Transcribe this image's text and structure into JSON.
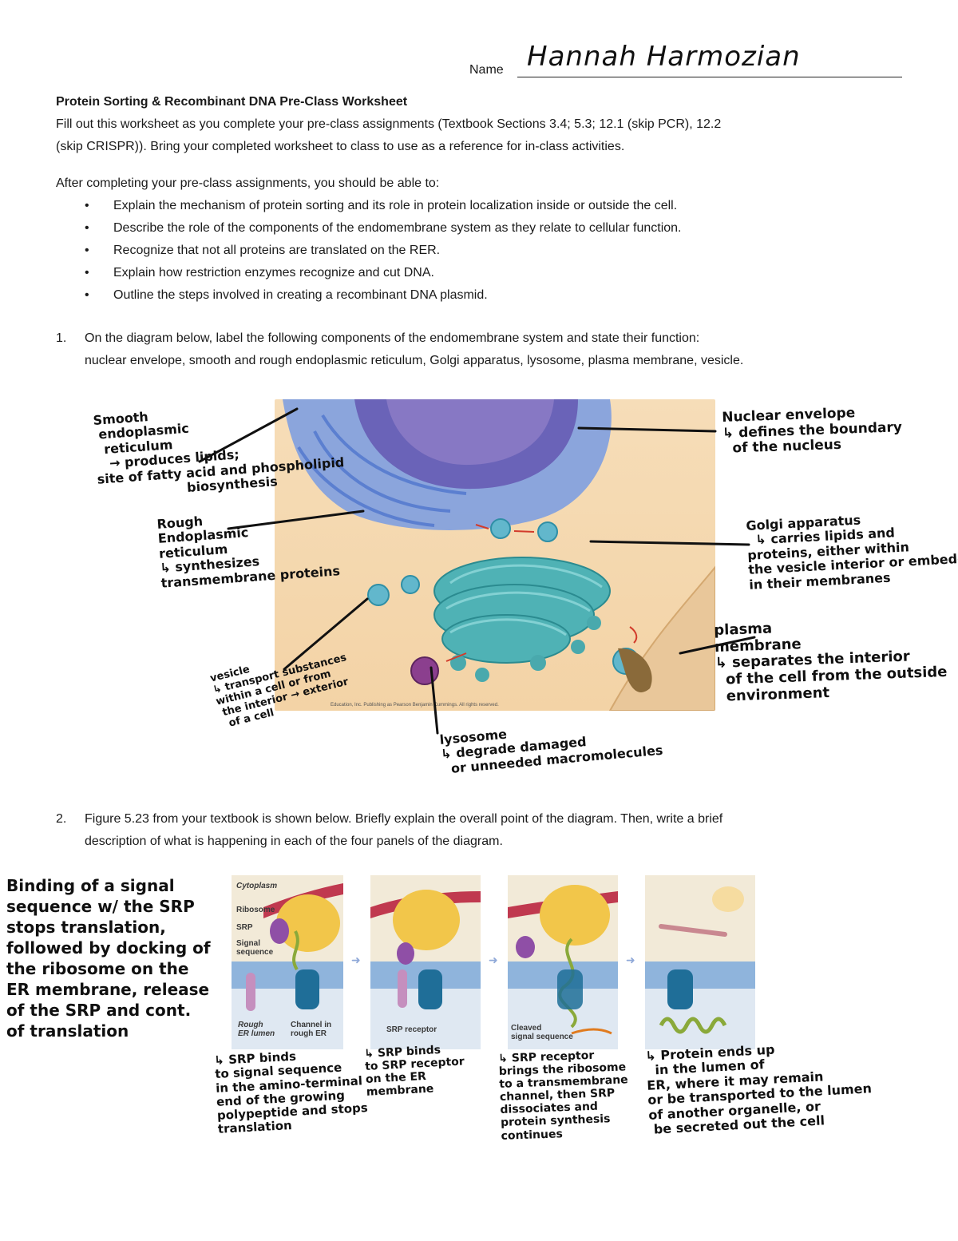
{
  "header": {
    "name_label": "Name",
    "name_value": "Hannah Harmozian"
  },
  "title": "Protein Sorting & Recombinant DNA Pre-Class Worksheet",
  "intro": [
    "Fill out this worksheet as you complete your pre-class assignments (Textbook Sections 3.4; 5.3; 12.1 (skip PCR), 12.2",
    "(skip CRISPR)). Bring your completed worksheet to class to use as a reference for in-class activities."
  ],
  "objectives_heading": "After completing your pre-class assignments, you should be able to:",
  "objectives": [
    "Explain the mechanism of protein sorting and its role in protein localization inside or outside the cell.",
    "Describe the role of the components of the endomembrane system as they relate to cellular function.",
    "Recognize that not all proteins are translated on the RER.",
    "Explain how restriction enzymes recognize and cut DNA.",
    "Outline the steps involved in creating a recombinant DNA plasmid."
  ],
  "question1": {
    "number": "1.",
    "lines": [
      "On the diagram below, label the following components of the endomembrane system and state their function:",
      "nuclear envelope, smooth and rough endoplasmic reticulum, Golgi apparatus, lysosome, plasma membrane, vesicle."
    ],
    "copyright": "Education, Inc. Publishing as Pearson Benjamin Cummings. All rights reserved.",
    "answers": {
      "smooth_er": "Smooth\n endoplasmic\n  reticulum\n   → produces lipids;\nsite of fatty acid and phospholipid\n                    biosynthesis",
      "rough_er": "Rough\nEndoplasmic\nreticulum\n↳ synthesizes\ntransmembrane proteins",
      "vesicle": "vesicle\n↳ transport substances\nwithin a cell or from\n the interior → exterior\n  of a cell",
      "lysosome": "lysosome\n↳ degrade damaged\n  or unneeded macromolecules",
      "nuclear_envelope": "Nuclear envelope\n↳ defines the boundary\n  of the nucleus",
      "golgi": "Golgi apparatus\n  ↳ carries lipids and\nproteins, either within\nthe vesicle interior or embedded\nin their membranes",
      "plasma_membrane": "plasma\nmembrane\n↳ separates the interior\n  of the cell from the outside\n  environment"
    }
  },
  "question2": {
    "number": "2.",
    "lines": [
      "Figure 5.23 from your textbook is shown below. Briefly explain the overall point of the diagram. Then, write a brief",
      "description of what is happening in each of the four panels of the diagram."
    ],
    "figure_labels": {
      "cytoplasm": "Cytoplasm",
      "ribosome": "Ribosome",
      "srp": "SRP",
      "signal_sequence": "Signal\nsequence",
      "rough_er_lumen": "Rough\nER lumen",
      "channel": "Channel in\nrough ER",
      "srp_receptor": "SRP receptor",
      "cleaved": "Cleaved\nsignal sequence"
    },
    "answers": {
      "overall": "Binding of a signal\nsequence w/ the SRP\nstops translation,\nfollowed by docking of\nthe ribosome on the\nER membrane, release\nof the SRP and cont.\nof translation",
      "panel1": "↳ SRP binds\nto signal sequence\nin the amino-terminal\nend of the growing\npolypeptide and stops\ntranslation",
      "panel2": "↳ SRP binds\nto SRP receptor\non the ER\nmembrane",
      "panel3": "↳ SRP receptor\nbrings the ribosome\nto a transmembrane\nchannel, then SRP\ndissociates and\nprotein synthesis\ncontinues",
      "panel4": "↳ Protein ends up\n  in the lumen of\nER, where it may remain\nor be transported to the lumen\nof another organelle, or\n be secreted out the cell"
    }
  }
}
